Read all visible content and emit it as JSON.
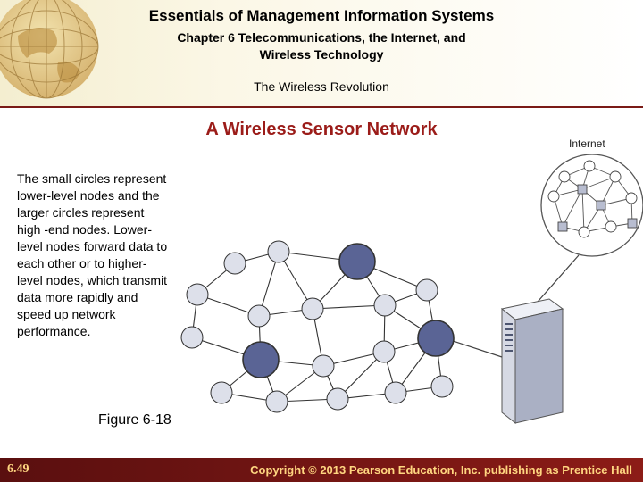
{
  "header": {
    "title": "Essentials of Management Information Systems",
    "chapter": "Chapter 6 Telecommunications, the Internet, and Wireless Technology",
    "subtitle": "The Wireless Revolution"
  },
  "slide": {
    "title": "A Wireless Sensor Network",
    "body": "The small circles represent lower-level nodes and the larger circles represent high -end nodes. Lower-level nodes forward data to each other or to higher-level nodes, which transmit data more rapidly and speed up network performance.",
    "caption": "Figure 6-18"
  },
  "diagram": {
    "internet_label": "Internet",
    "node_colors": {
      "low_level": "#dde0ea",
      "high_end": "#5a6495",
      "stroke": "#333333"
    }
  },
  "footer": {
    "slide_number": "6.49",
    "copyright": "Copyright © 2013 Pearson Education, Inc. publishing as Prentice Hall"
  }
}
